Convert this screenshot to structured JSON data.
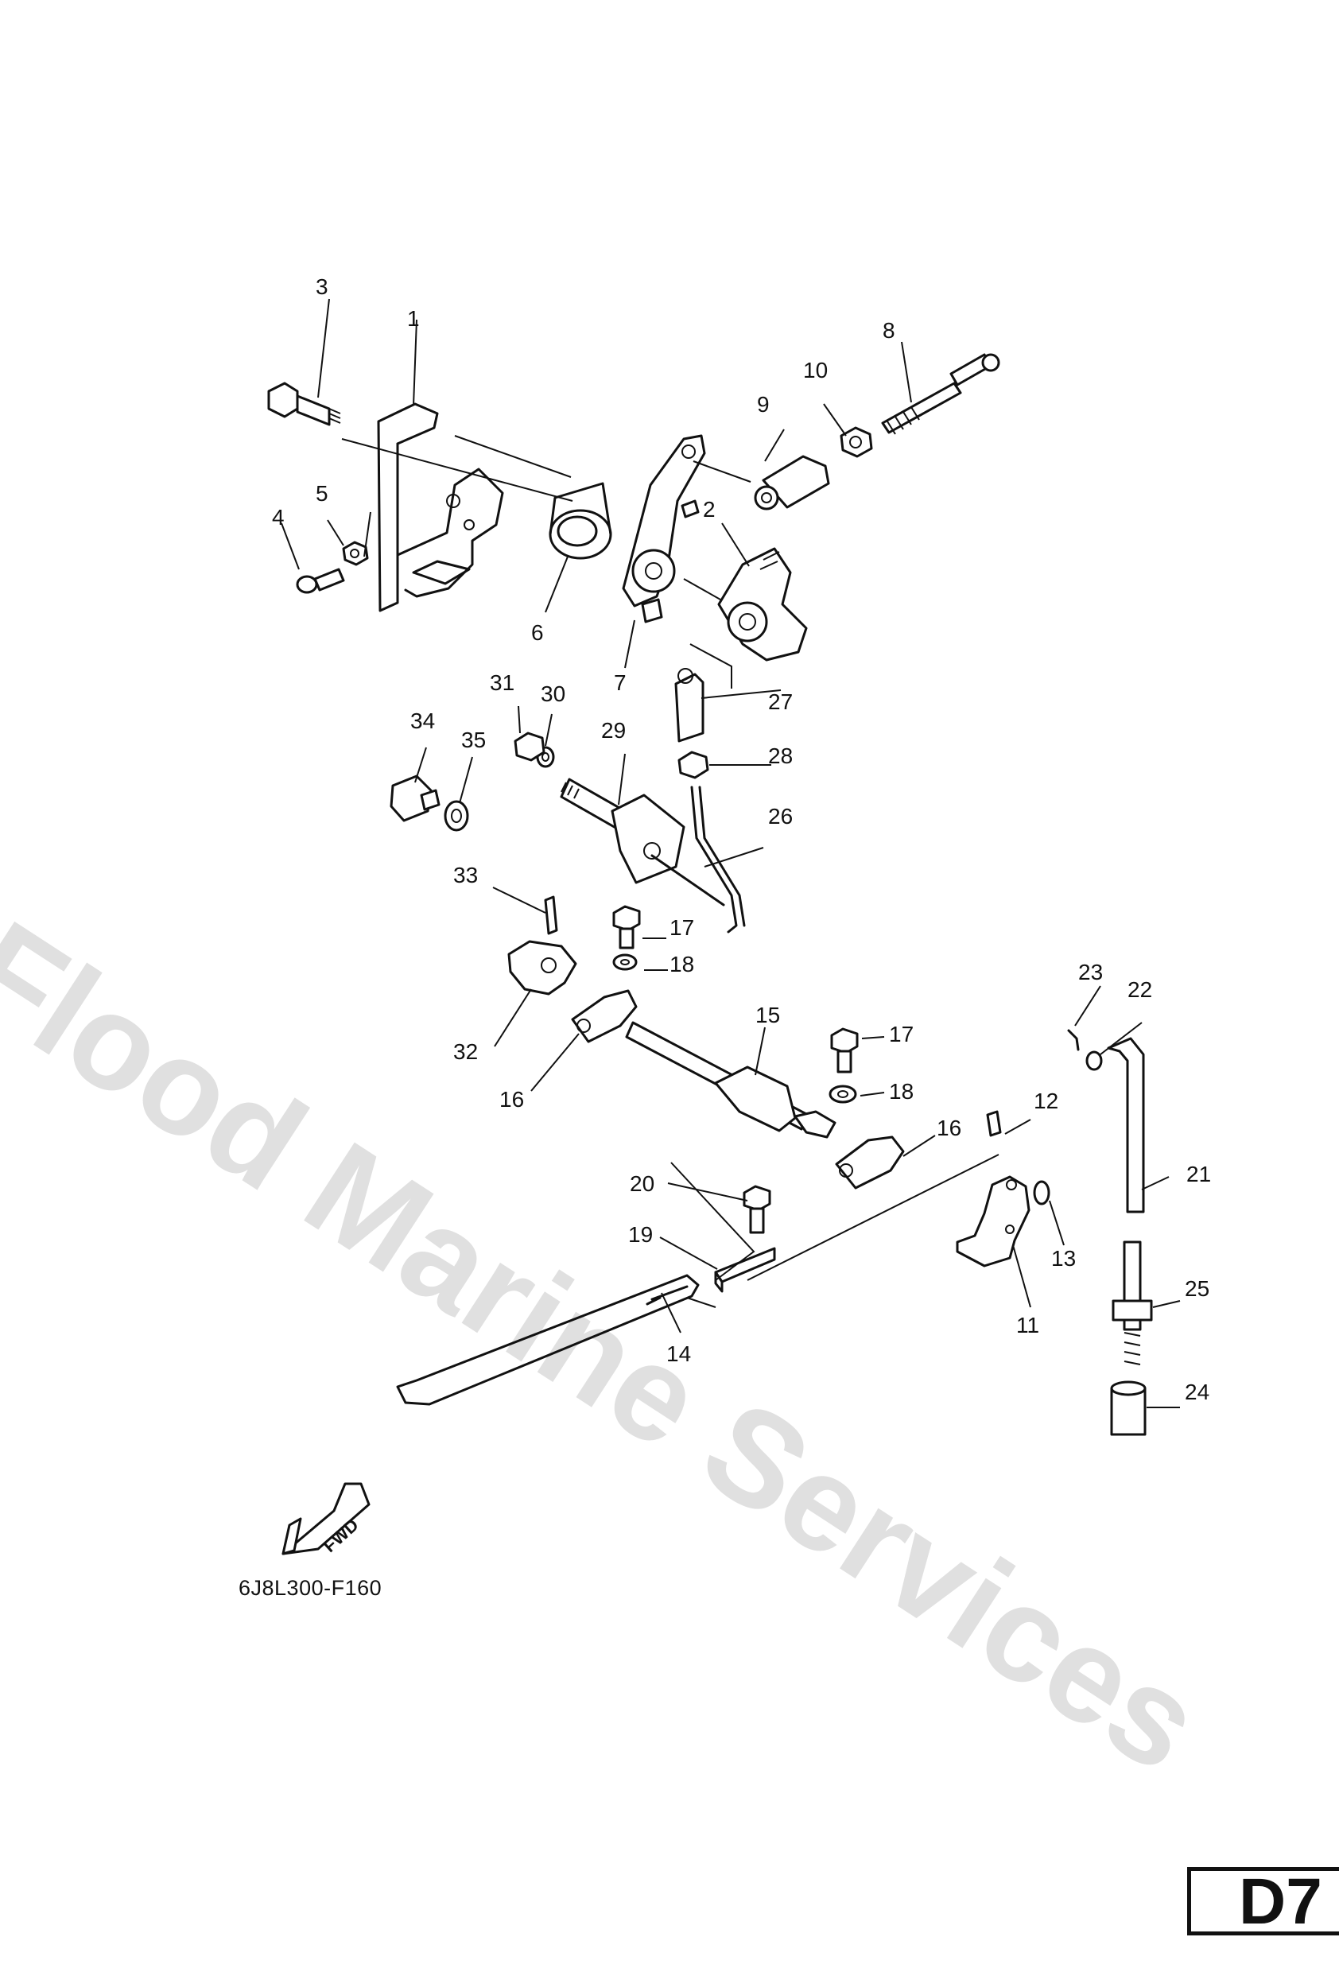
{
  "watermark": "Flood Marine Services",
  "diagram": {
    "reference_code": "6J8L300-F160",
    "page_label": "D7",
    "fwd_label": "FWD",
    "callouts": [
      {
        "id": "c1",
        "text": "1"
      },
      {
        "id": "c2",
        "text": "2"
      },
      {
        "id": "c3",
        "text": "3"
      },
      {
        "id": "c4",
        "text": "4"
      },
      {
        "id": "c5",
        "text": "5"
      },
      {
        "id": "c6",
        "text": "6"
      },
      {
        "id": "c7",
        "text": "7"
      },
      {
        "id": "c8",
        "text": "8"
      },
      {
        "id": "c9",
        "text": "9"
      },
      {
        "id": "c10",
        "text": "10"
      },
      {
        "id": "c11",
        "text": "11"
      },
      {
        "id": "c12",
        "text": "12"
      },
      {
        "id": "c13",
        "text": "13"
      },
      {
        "id": "c14",
        "text": "14"
      },
      {
        "id": "c15",
        "text": "15"
      },
      {
        "id": "c16a",
        "text": "16"
      },
      {
        "id": "c16b",
        "text": "16"
      },
      {
        "id": "c17a",
        "text": "17"
      },
      {
        "id": "c17b",
        "text": "17"
      },
      {
        "id": "c18a",
        "text": "18"
      },
      {
        "id": "c18b",
        "text": "18"
      },
      {
        "id": "c19",
        "text": "19"
      },
      {
        "id": "c20",
        "text": "20"
      },
      {
        "id": "c21",
        "text": "21"
      },
      {
        "id": "c22",
        "text": "22"
      },
      {
        "id": "c23",
        "text": "23"
      },
      {
        "id": "c24",
        "text": "24"
      },
      {
        "id": "c25",
        "text": "25"
      },
      {
        "id": "c26",
        "text": "26"
      },
      {
        "id": "c27",
        "text": "27"
      },
      {
        "id": "c28",
        "text": "28"
      },
      {
        "id": "c29",
        "text": "29"
      },
      {
        "id": "c30",
        "text": "30"
      },
      {
        "id": "c31",
        "text": "31"
      },
      {
        "id": "c32",
        "text": "32"
      },
      {
        "id": "c33",
        "text": "33"
      },
      {
        "id": "c34",
        "text": "34"
      },
      {
        "id": "c35",
        "text": "35"
      }
    ]
  }
}
